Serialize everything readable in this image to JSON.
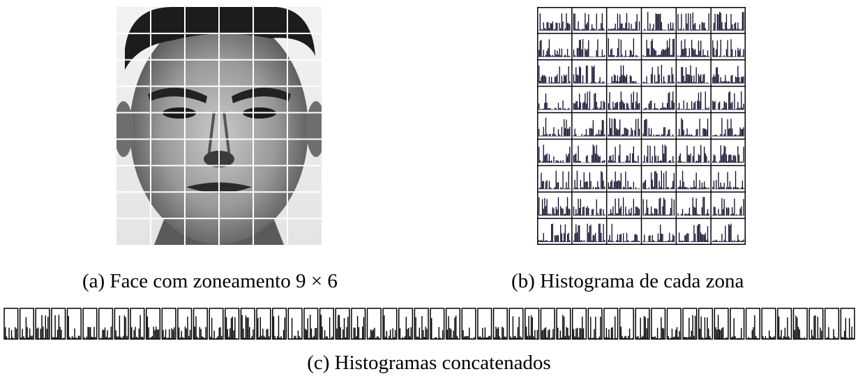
{
  "figure": {
    "captions": {
      "a": "(a) Face com zoneamento 9 × 6",
      "b": "(b) Histograma de cada zona",
      "c": "(c) Histogramas concatenados"
    },
    "zoning": {
      "rows": 9,
      "cols": 6
    },
    "concatenated_histograms": 54
  },
  "colors": {
    "background": "#ffffff",
    "grid_line": "#ffffff",
    "histogram_bars": "#0b0b2a",
    "frame": "#000000"
  }
}
